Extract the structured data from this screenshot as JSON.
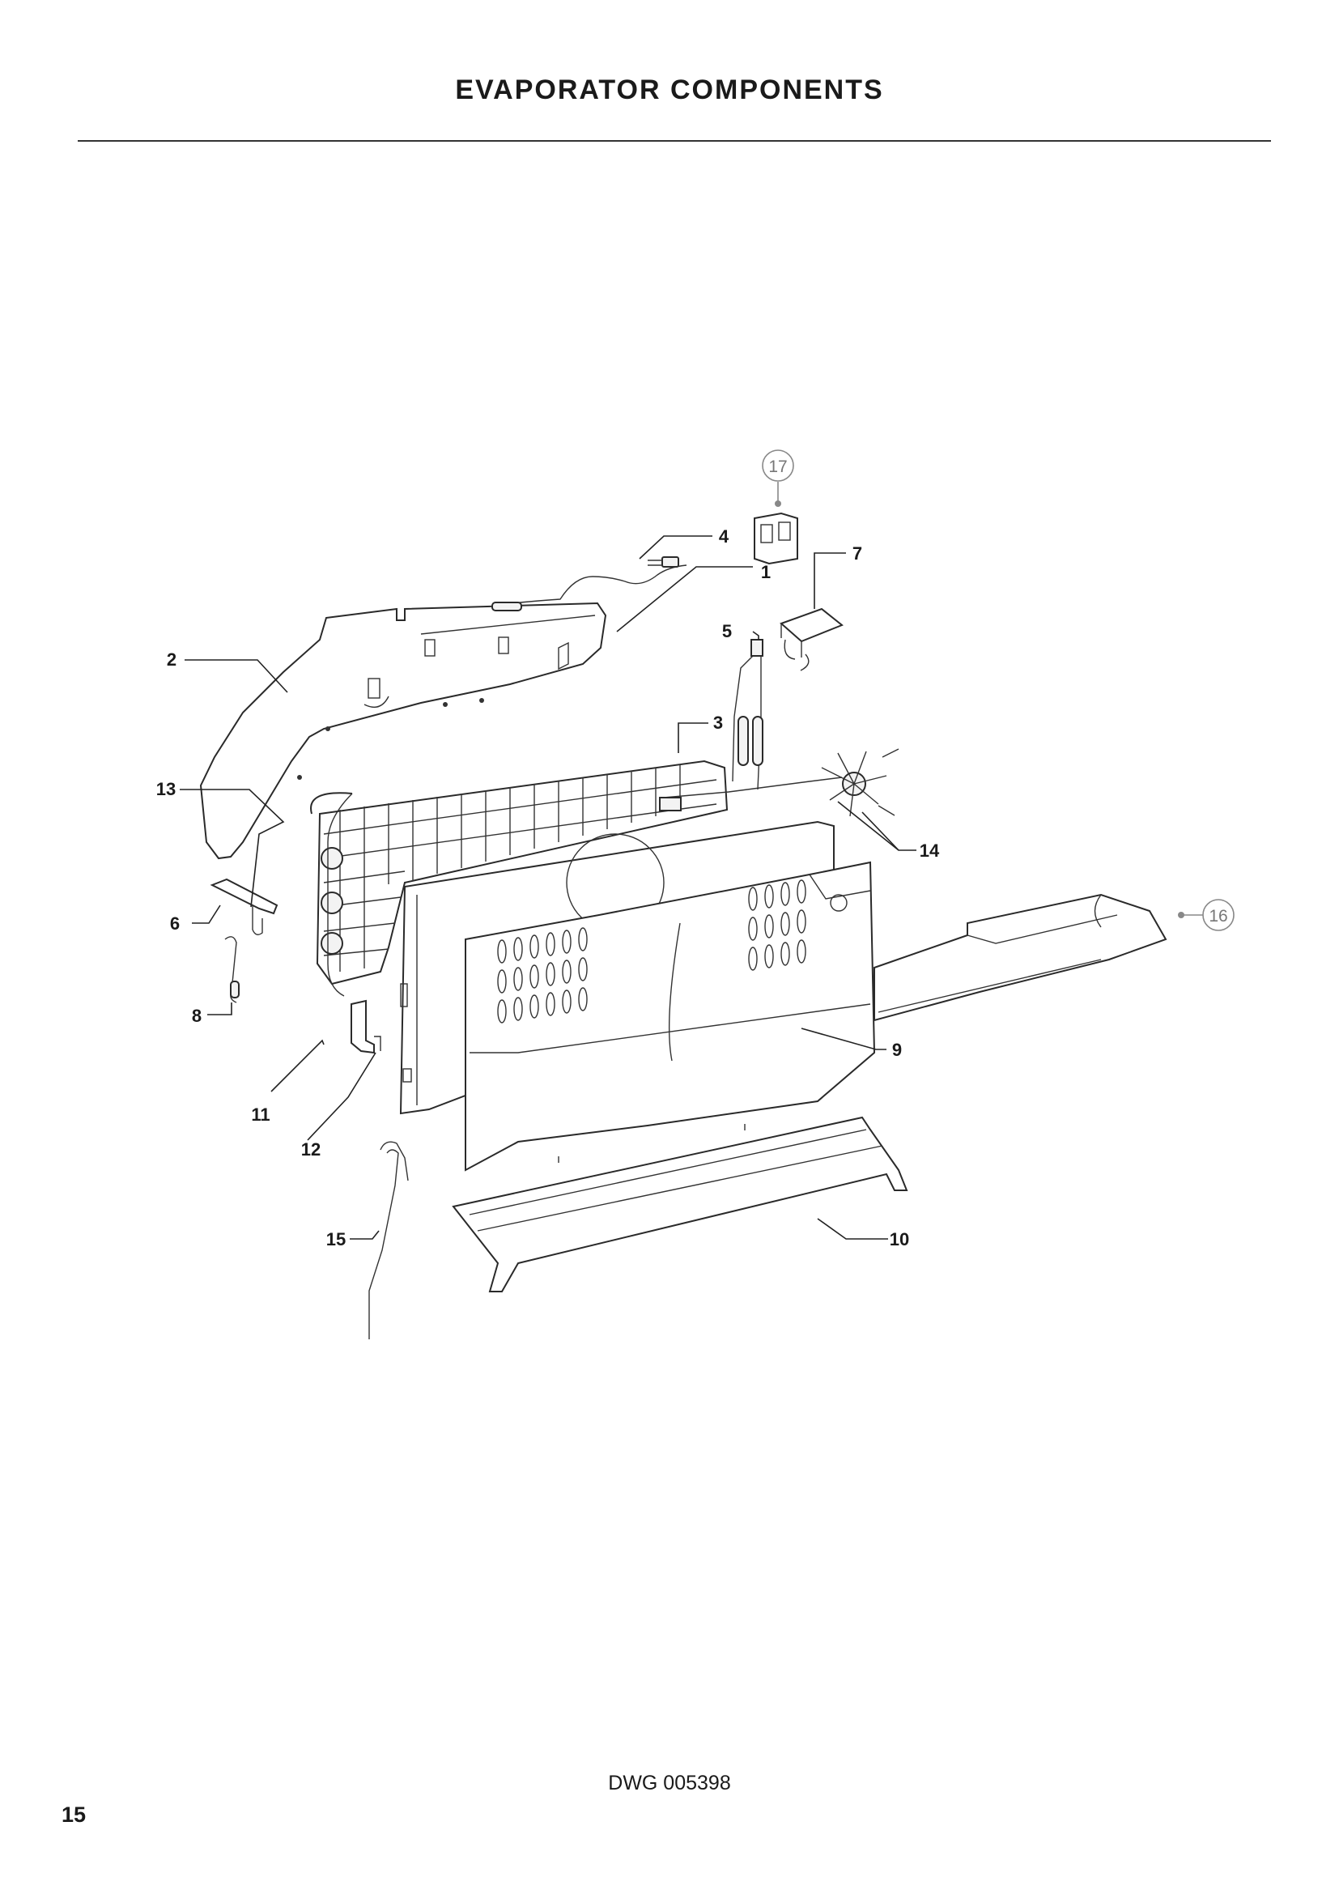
{
  "header": {
    "title": "EVAPORATOR COMPONENTS"
  },
  "diagram": {
    "callouts": [
      "1",
      "2",
      "3",
      "4",
      "5",
      "6",
      "7",
      "8",
      "9",
      "10",
      "11",
      "12",
      "13",
      "14",
      "15"
    ],
    "circled_callouts": [
      "16",
      "17"
    ]
  },
  "footer": {
    "drawing_number": "DWG 005398",
    "page_number": "15"
  }
}
